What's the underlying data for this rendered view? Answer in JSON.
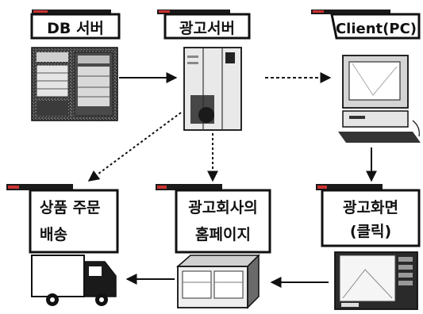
{
  "nodes": {
    "db_server": {
      "label": "DB 서버",
      "icon": "db-server-rack-icon"
    },
    "ad_server": {
      "label": "광고서버",
      "icon": "server-tower-icon"
    },
    "client": {
      "label": "Client(PC)",
      "icon": "desktop-pc-icon"
    },
    "order": {
      "label_line1": "상품 주문",
      "label_line2": "배송",
      "icon": "delivery-truck-icon"
    },
    "company_homepage": {
      "label_line1": "광고회사의",
      "label_line2": "홈페이지",
      "icon": "storefront-box-icon"
    },
    "ad_screen": {
      "label_line1": "광고화면",
      "label_line2": "(클릭)",
      "icon": "ad-screen-monitor-icon"
    }
  },
  "edges": [
    {
      "from": "db_server",
      "to": "ad_server",
      "style": "solid"
    },
    {
      "from": "ad_server",
      "to": "client",
      "style": "dashed"
    },
    {
      "from": "client",
      "to": "ad_screen",
      "style": "solid"
    },
    {
      "from": "ad_server",
      "to": "company_homepage",
      "style": "dotted"
    },
    {
      "from": "ad_server",
      "to": "order",
      "style": "dotted"
    },
    {
      "from": "ad_screen",
      "to": "company_homepage",
      "style": "solid"
    },
    {
      "from": "company_homepage",
      "to": "order",
      "style": "solid"
    }
  ],
  "colors": {
    "ink": "#111111",
    "paper": "#ffffff",
    "mid": "#7a7a7a",
    "dark_fill": "#2a2a2a"
  }
}
